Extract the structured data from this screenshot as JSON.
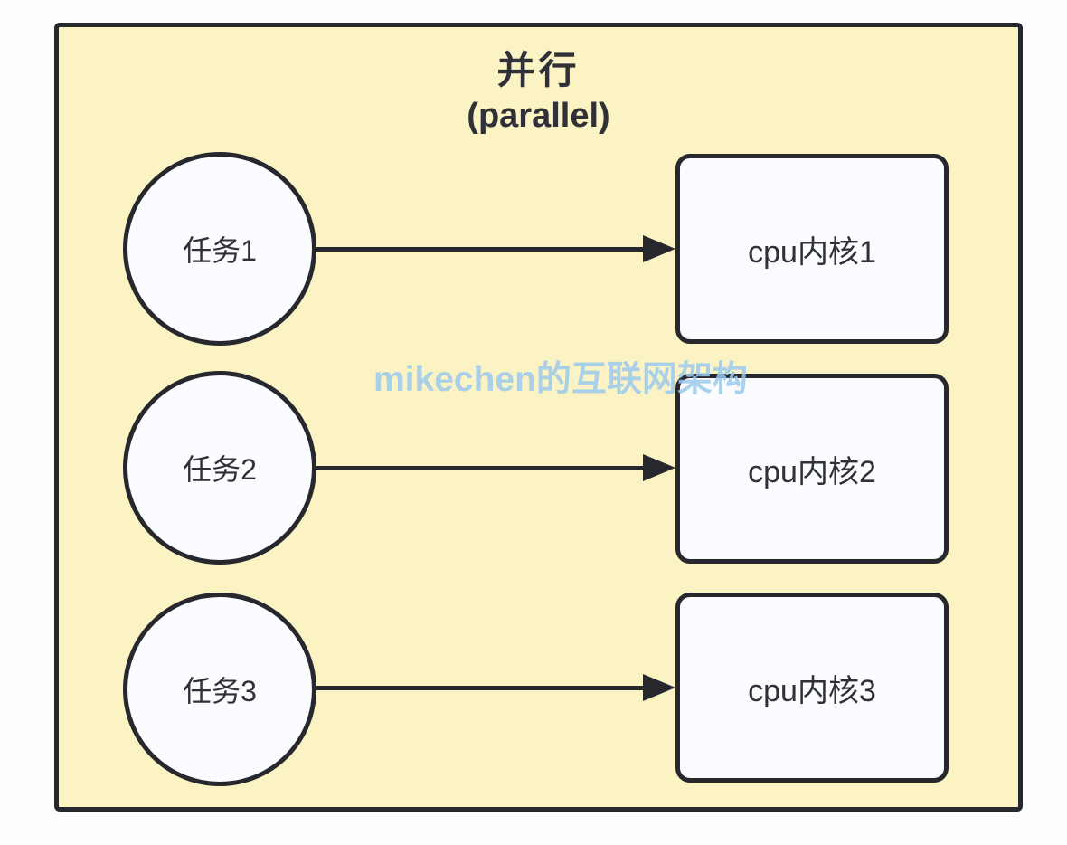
{
  "diagram": {
    "title_cn": "并行",
    "title_en": "(parallel)",
    "watermark": "mikechen的互联网架构",
    "tasks": [
      {
        "label": "任务1"
      },
      {
        "label": "任务2"
      },
      {
        "label": "任务3"
      }
    ],
    "cores": [
      {
        "label": "cpu内核1"
      },
      {
        "label": "cpu内核2"
      },
      {
        "label": "cpu内核3"
      }
    ],
    "colors": {
      "canvas_background": "#fdfdfe",
      "container_fill": "#fbf3c3",
      "stroke": "#26282e",
      "node_fill": "#fafcff",
      "text": "#2f3038",
      "watermark": "#9ccbef"
    }
  }
}
